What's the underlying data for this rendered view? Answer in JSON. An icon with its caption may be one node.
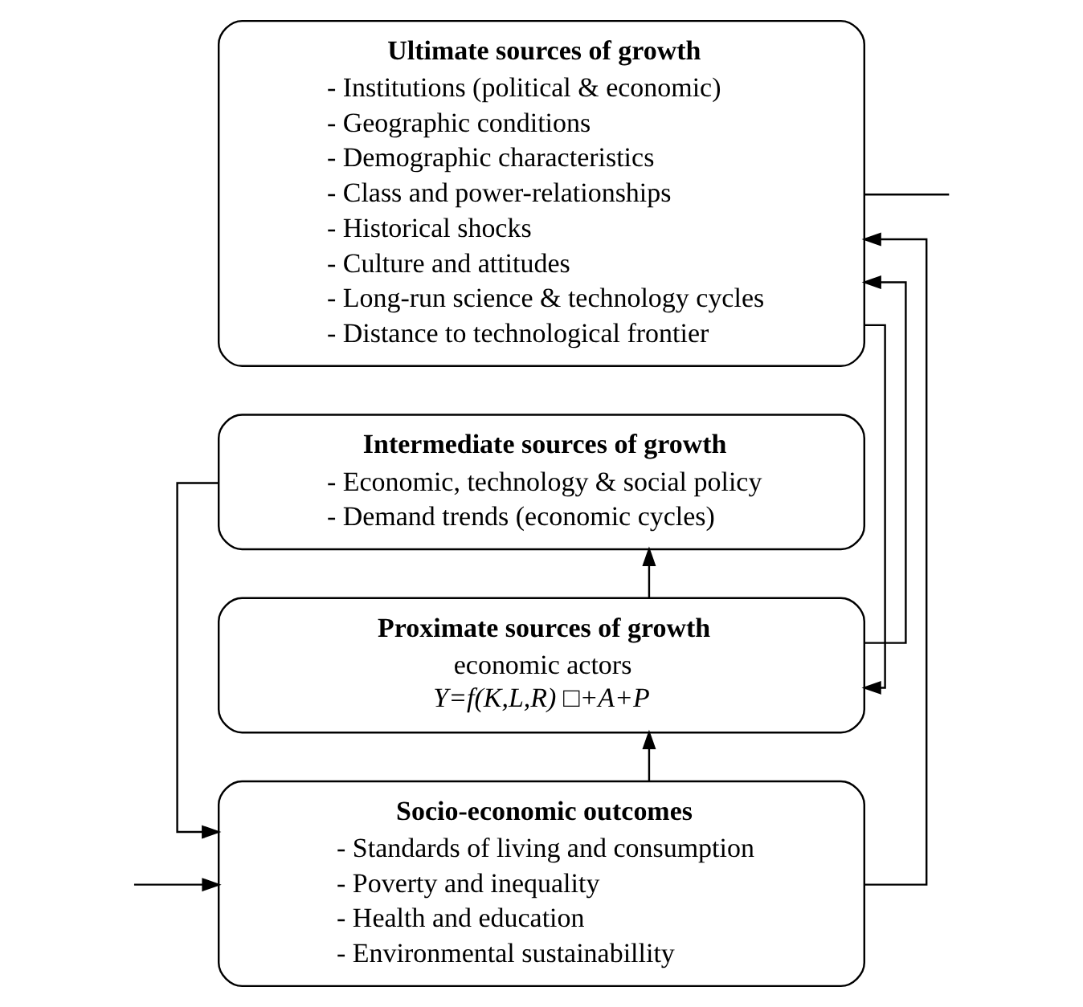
{
  "diagram": {
    "nodes": [
      {
        "text": [
          "Ultimate sources of growth",
          "- Institutions (political & economic)",
          "- Geographic conditions",
          "- Demographic characteristics",
          "- Class and power-relationships",
          "- Historical shocks",
          "- Culture and attitudes",
          "- Long-run science & technology cycles",
          "- Distance to technological frontier"
        ]
      },
      {
        "text": [
          "Intermediate sources of growth",
          "- Economic, technology & social policy",
          "- Demand trends (economic cycles)"
        ]
      },
      {
        "text": [
          "Proximate sources of growth",
          "economic actors",
          "Y=f(K,L,R) □+A+P"
        ]
      },
      {
        "text": [
          "Socio-economic outcomes",
          "- Standards of living and consumption",
          "- Poverty and inequality",
          "- Health and education",
          "- Environmental sustainabillity"
        ]
      }
    ],
    "edges": [
      {
        "from": 3,
        "to": 0,
        "arrow": "to"
      },
      {
        "from": 2,
        "to": 0,
        "arrow": "to"
      },
      {
        "from": 2,
        "to": 1,
        "arrow": "to"
      },
      {
        "from": 3,
        "to": 2,
        "arrow": "to"
      },
      {
        "from": 0,
        "to": null,
        "arrow": "none"
      },
      {
        "from": 0,
        "to": 2,
        "arrow": "to"
      },
      {
        "from": 1,
        "to": 3,
        "arrow": "to"
      },
      {
        "from": null,
        "to": 3,
        "arrow": "to"
      }
    ]
  }
}
